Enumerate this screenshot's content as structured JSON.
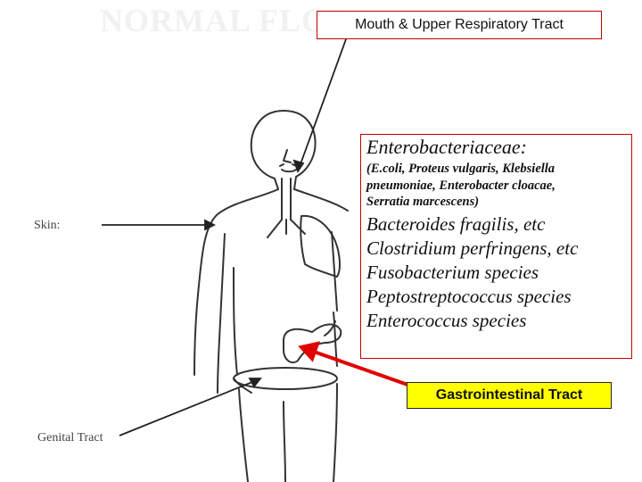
{
  "background_title": "NORMAL FLORA",
  "labels": {
    "mouth": "Mouth & Upper Respiratory Tract",
    "skin": "Skin:",
    "genital": "Genital Tract",
    "gastro": "Gastrointestinal Tract"
  },
  "enterobacteriaceae": {
    "title": "Enterobacteriaceae:",
    "species_lines": [
      "(E.coli, Proteus vulgaris, Klebsiella",
      "pneumoniae, Enterobacter cloacae,",
      "Serratia marcescens)"
    ]
  },
  "gi_flora": [
    "Bacteroides fragilis, etc",
    "Clostridium perfringens, etc",
    "Fusobacterium species",
    "Peptostreptococcus species",
    "Enterococcus species"
  ],
  "colors": {
    "box_border": "#c00000",
    "arrow": "#e00000",
    "gi_box_fill": "#ffff00",
    "drawing": "#333333"
  }
}
